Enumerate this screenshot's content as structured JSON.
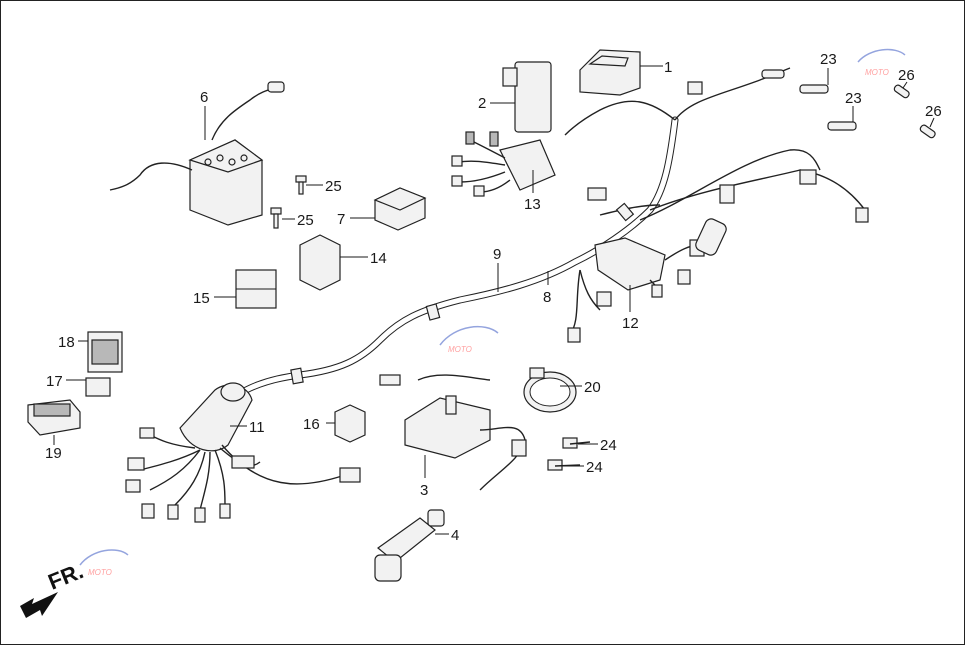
{
  "diagram": {
    "labels": [
      {
        "id": "1",
        "text": "1"
      },
      {
        "id": "2",
        "text": "2"
      },
      {
        "id": "3",
        "text": "3"
      },
      {
        "id": "4",
        "text": "4"
      },
      {
        "id": "6",
        "text": "6"
      },
      {
        "id": "7",
        "text": "7"
      },
      {
        "id": "8",
        "text": "8"
      },
      {
        "id": "9",
        "text": "9"
      },
      {
        "id": "11",
        "text": "11"
      },
      {
        "id": "12",
        "text": "12"
      },
      {
        "id": "13",
        "text": "13"
      },
      {
        "id": "14",
        "text": "14"
      },
      {
        "id": "15",
        "text": "15"
      },
      {
        "id": "16",
        "text": "16"
      },
      {
        "id": "17",
        "text": "17"
      },
      {
        "id": "18",
        "text": "18"
      },
      {
        "id": "19",
        "text": "19"
      },
      {
        "id": "20",
        "text": "20"
      },
      {
        "id": "23a",
        "text": "23"
      },
      {
        "id": "23b",
        "text": "23"
      },
      {
        "id": "24a",
        "text": "24"
      },
      {
        "id": "24b",
        "text": "24"
      },
      {
        "id": "25a",
        "text": "25"
      },
      {
        "id": "25b",
        "text": "25"
      },
      {
        "id": "26a",
        "text": "26"
      },
      {
        "id": "26b",
        "text": "26"
      }
    ],
    "direction_label": "FR.",
    "watermark_text": "MOTO"
  },
  "colors": {
    "line": "#1a1a1a",
    "part_fill": "#f2f2f2",
    "watermark": "#ff8a8a"
  }
}
